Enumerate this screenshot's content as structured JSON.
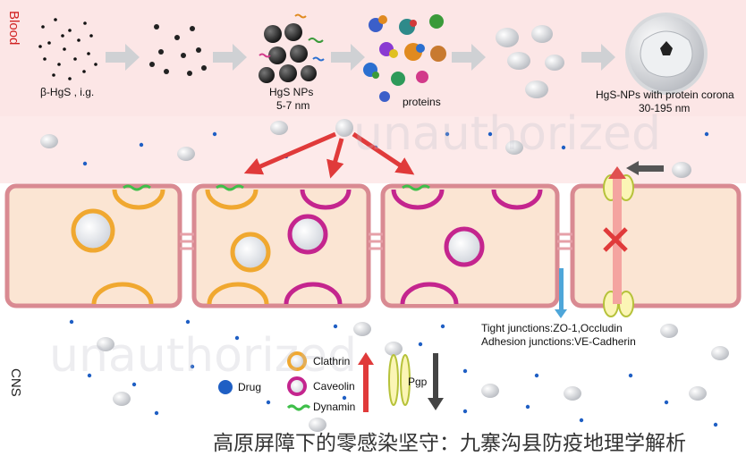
{
  "labels": {
    "blood": "Blood",
    "cns": "CNS",
    "step1": "β-HgS , i.g.",
    "step3_line1": "HgS NPs",
    "step3_line2": "5-7 nm",
    "step4": "proteins",
    "step6_line1": "HgS-NPs with protein corona",
    "step6_line2": "30-195 nm",
    "tight": "Tight junctions:ZO-1,Occludin",
    "adhesion": "Adhesion junctions:VE-Cadherin"
  },
  "legend": {
    "drug": "Drug",
    "clathrin": "Clathrin",
    "caveolin": "Caveolin",
    "dynamin": "Dynamin",
    "pgp": "Pgp"
  },
  "watermark": "unauthorized",
  "caption": "高原屏障下的零感染坚守：九寨沟县防疫地理学解析",
  "colors": {
    "blood_bg": "#fdeaea",
    "cell_fill": "#fbe5d3",
    "cell_border": "#d98a92",
    "clathrin": "#f0a830",
    "caveolin": "#c4258e",
    "dynamin": "#3fbf4a",
    "drug": "#1f5fc4",
    "arrow_red": "#e03a3a",
    "arrow_gray": "#444444",
    "arrow_blue": "#4ea6d9"
  }
}
